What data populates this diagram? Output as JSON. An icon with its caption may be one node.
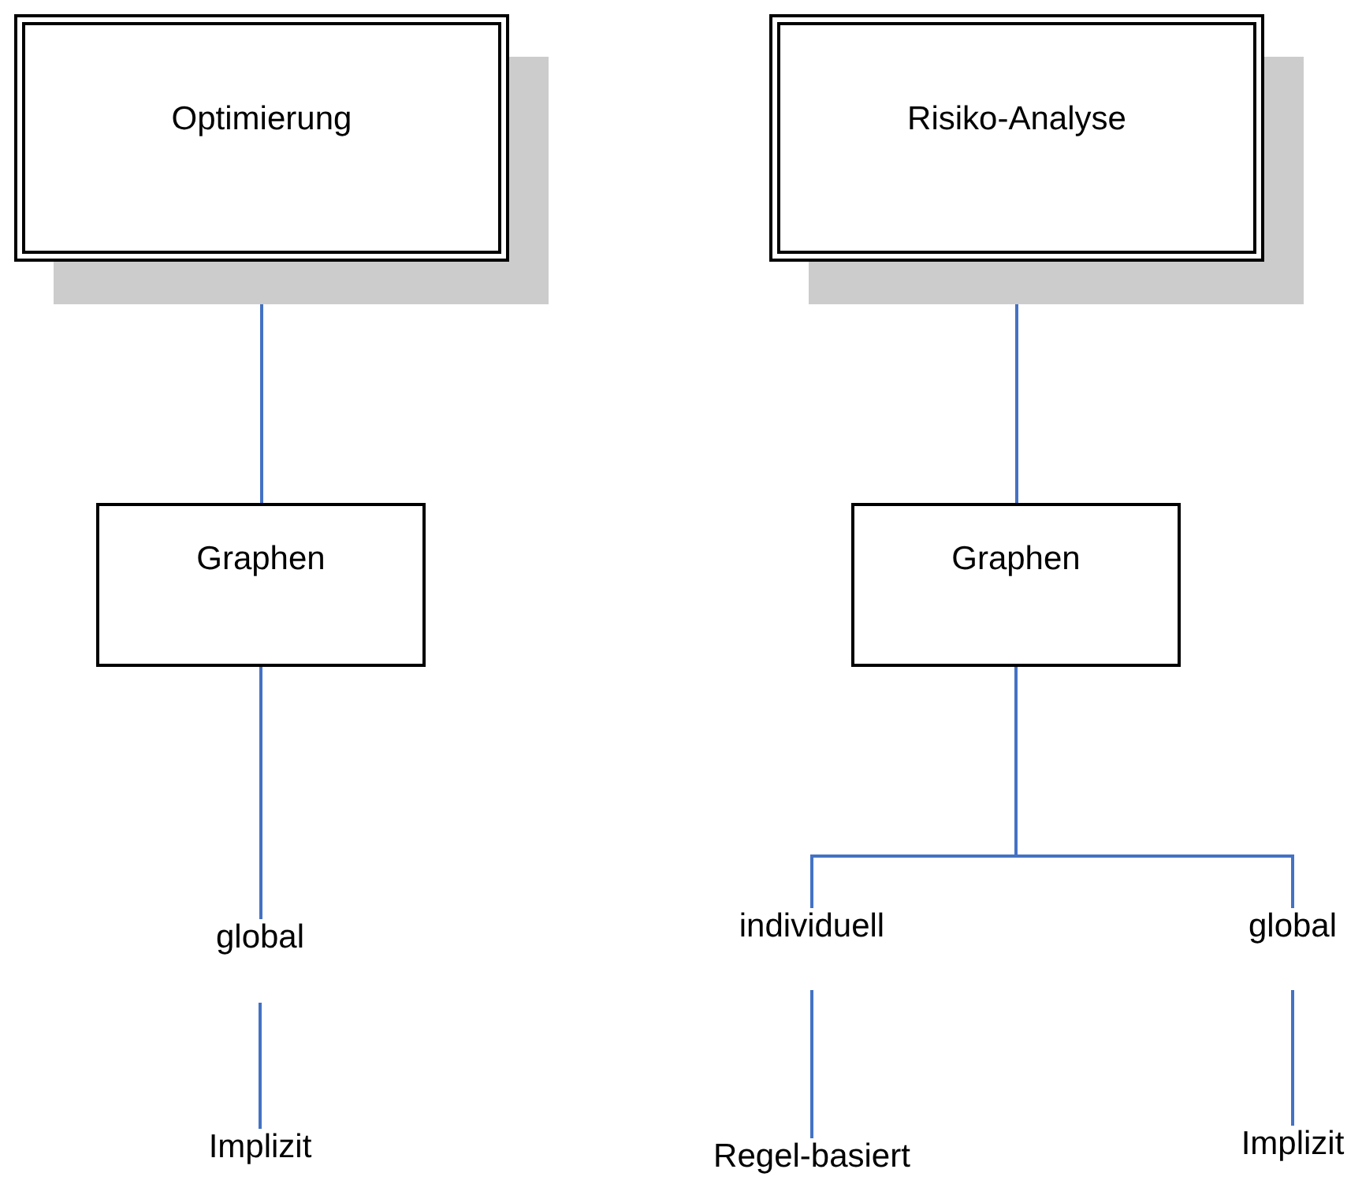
{
  "diagram": {
    "nodes": [
      {
        "text": [
          "Optimierung"
        ]
      },
      {
        "text": [
          "Graphen"
        ]
      },
      {
        "text": [
          "global"
        ]
      },
      {
        "text": [
          "Implizit"
        ]
      },
      {
        "text": [
          "Risiko-Analyse"
        ]
      },
      {
        "text": [
          "Graphen"
        ]
      },
      {
        "text": [
          "individuell"
        ]
      },
      {
        "text": [
          "global"
        ]
      },
      {
        "text": [
          "Regel-basiert"
        ]
      },
      {
        "text": [
          "Implizit"
        ]
      }
    ],
    "edges": [
      {
        "from": 0,
        "to": 1,
        "arrow": "none"
      },
      {
        "from": 1,
        "to": 2,
        "arrow": "none"
      },
      {
        "from": 2,
        "to": 3,
        "arrow": "none"
      },
      {
        "from": 4,
        "to": 5,
        "arrow": "none"
      },
      {
        "from": 5,
        "to": 6,
        "arrow": "none"
      },
      {
        "from": 5,
        "to": 7,
        "arrow": "none"
      },
      {
        "from": 6,
        "to": 8,
        "arrow": "none"
      },
      {
        "from": 7,
        "to": 9,
        "arrow": "none"
      }
    ]
  }
}
